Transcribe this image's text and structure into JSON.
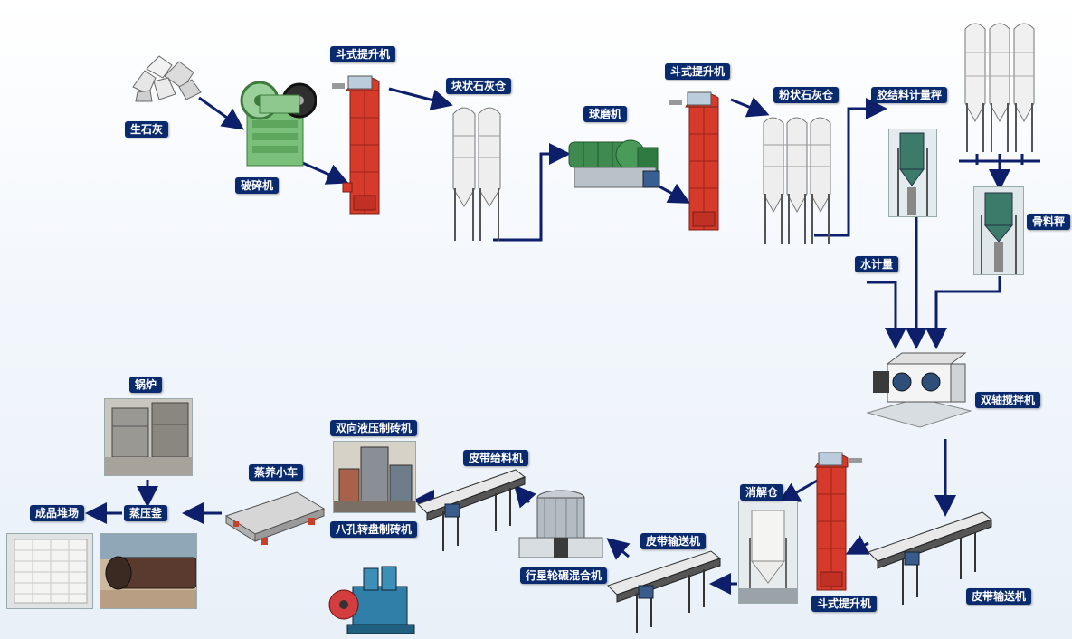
{
  "labels": {
    "quicklime": "生石灰",
    "crusher": "破碎机",
    "elevator1": "斗式提升机",
    "lump_silo": "块状石灰仓",
    "ball_mill": "球磨机",
    "elevator2": "斗式提升机",
    "powder_silo": "粉状石灰仓",
    "binder_scale": "胶结料计量秤",
    "aggregate_scale": "骨料秤",
    "water_meter": "水计量",
    "twin_mixer": "双轴搅拌机",
    "belt_conveyor_right": "皮带输送机",
    "elevator3": "斗式提升机",
    "slaking_bin": "消解仓",
    "belt_conveyor_mid": "皮带输送机",
    "wheel_mixer": "行星轮碾混合机",
    "belt_feeder": "皮带给料机",
    "hydraulic_press": "双向液压制砖机",
    "rotary_press": "八孔转盘制砖机",
    "curing_cart": "蒸养小车",
    "autoclave": "蒸压釜",
    "boiler": "锅炉",
    "product_yard": "成品堆场"
  },
  "colors": {
    "arrow": "#0d1f6b",
    "label_bg": "#0a2a6e",
    "elevator": "#d63a2a",
    "silo": "#e8e8e8",
    "crusher": "#7ac07a"
  }
}
